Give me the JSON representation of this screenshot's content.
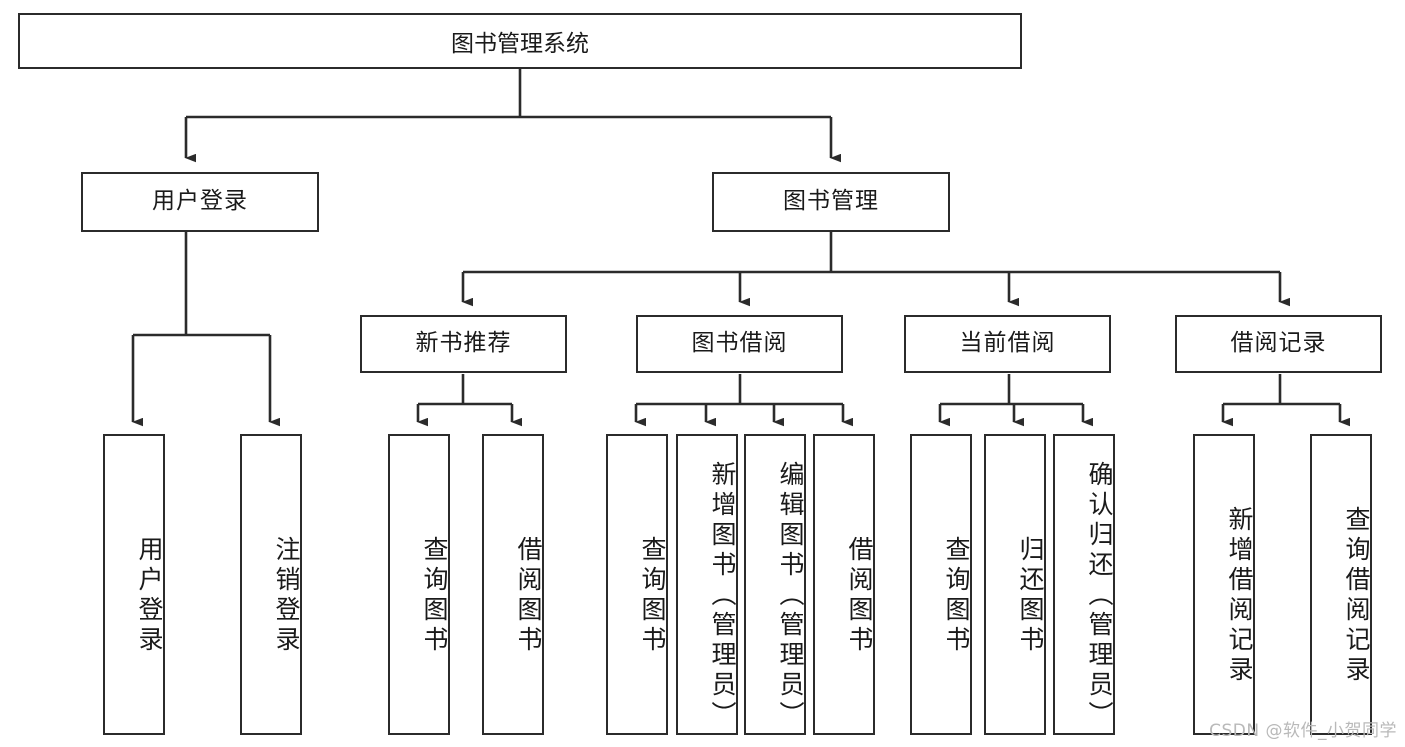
{
  "diagram": {
    "title": "图书管理系统",
    "type": "tree-hierarchy",
    "orientation": "top-down",
    "levels": 4,
    "root": {
      "label": "图书管理系统"
    },
    "level2": [
      {
        "label": "用户登录"
      },
      {
        "label": "图书管理"
      }
    ],
    "level3": [
      {
        "label": "新书推荐"
      },
      {
        "label": "图书借阅"
      },
      {
        "label": "当前借阅"
      },
      {
        "label": "借阅记录"
      }
    ],
    "leaves": {
      "user_login": [
        {
          "label": "用户登录"
        },
        {
          "label": "注销登录"
        }
      ],
      "new_book_recommend": [
        {
          "label": "查询图书"
        },
        {
          "label": "借阅图书"
        }
      ],
      "book_borrow": [
        {
          "label": "查询图书"
        },
        {
          "label": "新增图书（管理员）"
        },
        {
          "label": "编辑图书（管理员）"
        },
        {
          "label": "借阅图书"
        }
      ],
      "current_borrow": [
        {
          "label": "查询图书"
        },
        {
          "label": "归还图书"
        },
        {
          "label": "确认归还（管理员）"
        }
      ],
      "borrow_records": [
        {
          "label": "新增借阅记录"
        },
        {
          "label": "查询借阅记录"
        }
      ]
    }
  },
  "watermark": {
    "text": "CSDN @软件_小贺同学"
  },
  "colors": {
    "border": "#2b2b2b",
    "text": "#1a1a1a",
    "background": "#ffffff",
    "watermark": "#b9b9b9"
  }
}
